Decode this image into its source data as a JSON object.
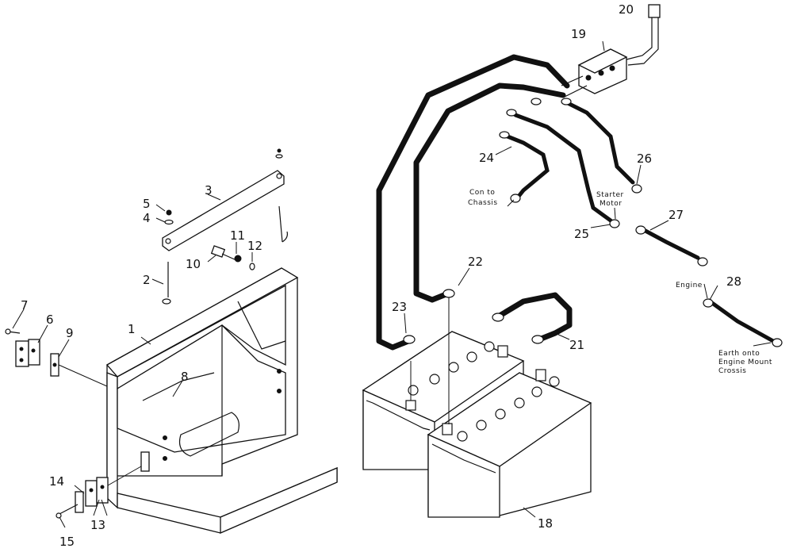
{
  "diagram": {
    "labels": {
      "p1": "1",
      "p2": "2",
      "p3": "3",
      "p4": "4",
      "p5": "5",
      "p6": "6",
      "p7": "7",
      "p8": "8",
      "p9": "9",
      "p10": "10",
      "p11": "11",
      "p12": "12",
      "p13": "13",
      "p14": "14",
      "p15": "15",
      "p18": "18",
      "p19": "19",
      "p20": "20",
      "p21": "21",
      "p22": "22",
      "p23": "23",
      "p24": "24",
      "p25": "25",
      "p26": "26",
      "p27": "27",
      "p28": "28"
    },
    "annotations": {
      "con_line1": "Con to",
      "con_line2": "Chassis",
      "starter_line1": "Starter",
      "starter_line2": "Motor",
      "engine": "Engine",
      "earth_line1": "Earth onto",
      "earth_line2": "Engine Mount",
      "earth_line3": "Crossis"
    }
  }
}
